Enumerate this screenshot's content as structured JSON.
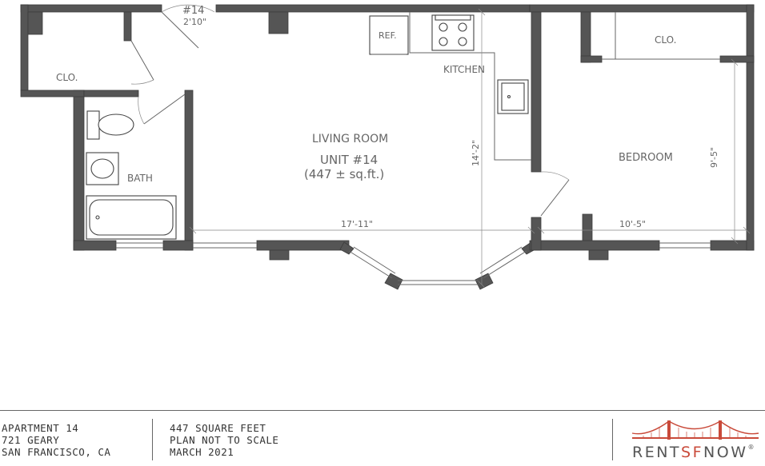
{
  "plan": {
    "rooms": {
      "living": "LIVING ROOM",
      "unit": "UNIT #14",
      "area": "(447 ± sq.ft.)",
      "kitchen": "KITCHEN",
      "bedroom": "BEDROOM",
      "bath": "BATH",
      "closet_left": "CLO.",
      "closet_right": "CLO."
    },
    "fixtures": {
      "ref": "REF."
    },
    "door": {
      "number": "#14",
      "width": "2'10\""
    },
    "dimensions": {
      "living_width": "17'-11\"",
      "living_depth": "14'-2\"",
      "bedroom_width": "10'-5\"",
      "bedroom_depth": "9'-5\""
    }
  },
  "footer": {
    "address": [
      "APARTMENT 14",
      "721 GEARY",
      "SAN FRANCISCO, CA"
    ],
    "info": [
      "447 SQUARE FEET",
      "PLAN NOT TO SCALE",
      "MARCH 2021"
    ],
    "brand": {
      "rent": "RENT",
      "sf": "SF",
      "now": "NOW",
      "reg": "®"
    }
  },
  "colors": {
    "wall": "#555555",
    "brand_red": "#c94a3a",
    "text": "#666666"
  }
}
